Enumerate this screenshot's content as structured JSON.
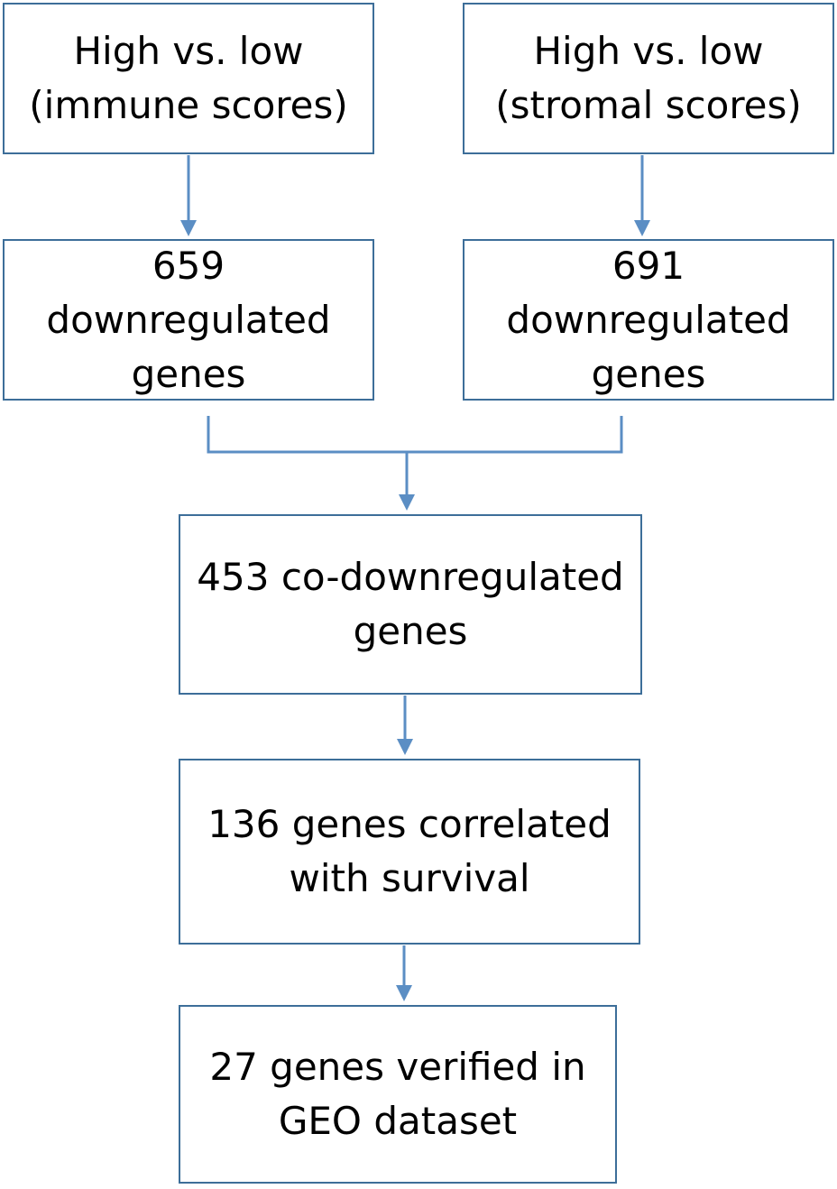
{
  "boxes": {
    "immune": {
      "lines": [
        "High vs. low",
        "(immune scores)"
      ]
    },
    "stromal": {
      "lines": [
        "High vs. low",
        "(stromal scores)"
      ]
    },
    "down_immune": {
      "lines": [
        "659",
        "downregulated",
        "genes"
      ]
    },
    "down_stromal": {
      "lines": [
        "691",
        "downregulated",
        "genes"
      ]
    },
    "co_down": {
      "lines": [
        "453 co-downregulated",
        "genes"
      ]
    },
    "survival": {
      "lines": [
        "136 genes correlated",
        "with survival"
      ]
    },
    "geo": {
      "lines": [
        "27 genes verified in",
        "GEO dataset"
      ]
    }
  },
  "colors": {
    "connector": "#5b8ec4",
    "box_border": "#3d6e99",
    "text": "#000000"
  }
}
